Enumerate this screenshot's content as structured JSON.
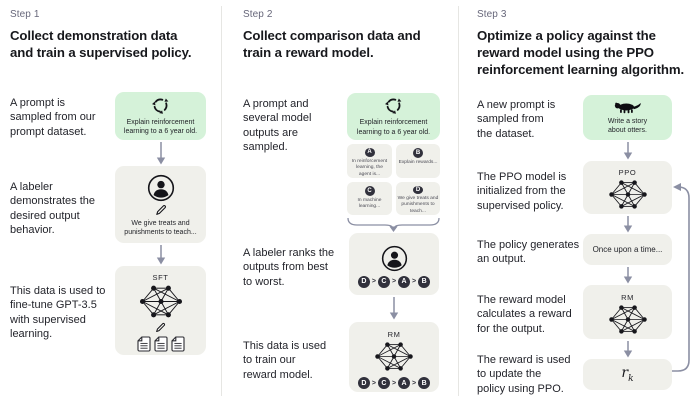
{
  "colors": {
    "prompt_box_green": "#d5f2d9",
    "model_box_gray": "#f0f0eb",
    "badge_dark": "#31313c",
    "arrow_gray": "#8b8fa3",
    "divider_gray": "#e6e6e3",
    "heading_text": "#17181c",
    "step_label_text": "#67677a"
  },
  "steps": {
    "step1": {
      "label": "Step 1",
      "heading": "Collect demonstration data\nand train a supervised policy.",
      "captions": {
        "prompt": "A prompt is\nsampled from our\nprompt dataset.",
        "labeler": "A labeler\ndemonstrates the\ndesired output\nbehavior.",
        "finetune": "This data is used to\nfine-tune GPT-3.5\nwith supervised\nlearning."
      },
      "prompt_box_text": "Explain reinforcement\nlearning to a 6 year old.",
      "labeler_box_text": "We give treats and\npunishments to teach...",
      "model_label": "SFT"
    },
    "step2": {
      "label": "Step 2",
      "heading": "Collect comparison data and\ntrain a reward model.",
      "captions": {
        "sampled": "A prompt and\nseveral model\noutputs are\nsampled.",
        "ranks": "A labeler ranks the\noutputs from best\nto worst.",
        "train": "This data is used\nto train our\nreward model."
      },
      "prompt_box_text": "Explain reinforcement\nlearning to a 6 year old.",
      "outputs": [
        {
          "id": "A",
          "text": "In reinforcement\nlearning, the\nagent is..."
        },
        {
          "id": "B",
          "text": "Explain rewards..."
        },
        {
          "id": "C",
          "text": "In machine\nlearning..."
        },
        {
          "id": "D",
          "text": "We give treats and\npunishments to\nteach..."
        }
      ],
      "ranking": [
        "D",
        "C",
        "A",
        "B"
      ],
      "rank_separator": ">",
      "model_label": "RM"
    },
    "step3": {
      "label": "Step 3",
      "heading": "Optimize a policy against the\nreward model using the PPO\nreinforcement learning algorithm.",
      "captions": {
        "new_prompt": "A new prompt is\nsampled from\nthe dataset.",
        "ppo_init": "The PPO model is\ninitialized from the\nsupervised policy.",
        "generates": "The policy generates\nan output.",
        "reward_calc": "The reward model\ncalculates a reward\nfor the output.",
        "update": "The reward is used\nto update the\npolicy using PPO."
      },
      "prompt_box_text": "Write a story\nabout otters.",
      "ppo_label": "PPO",
      "output_box_text": "Once upon a time...",
      "rm_label": "RM",
      "reward_symbol": "r",
      "reward_subscript": "k"
    }
  }
}
